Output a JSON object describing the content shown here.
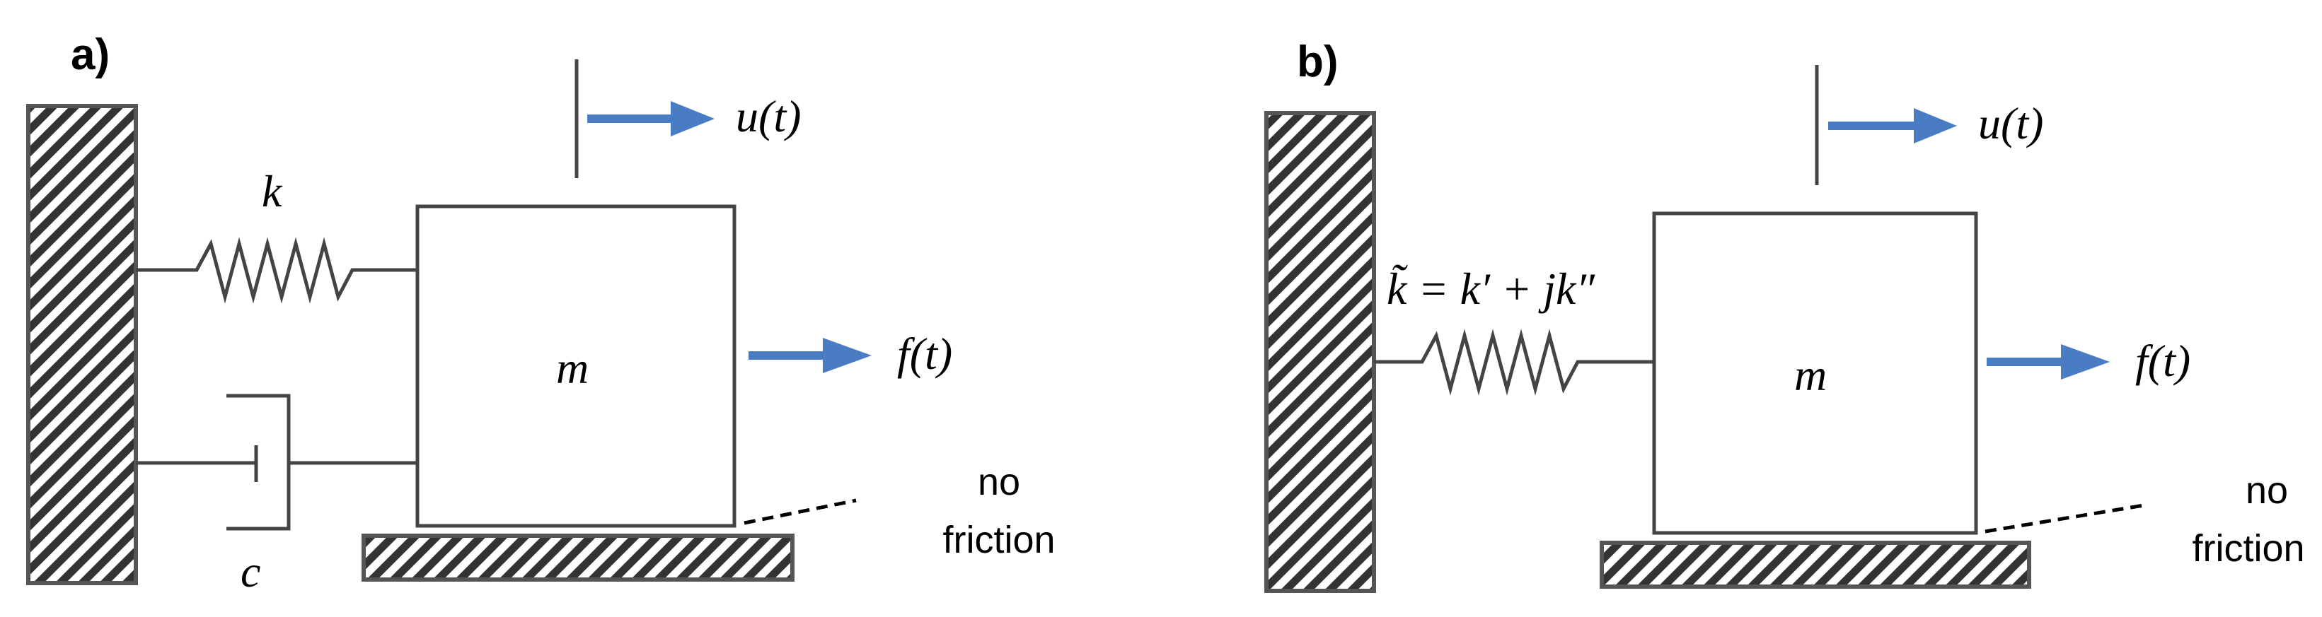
{
  "colors": {
    "arrow": "#4a7cc4",
    "line": "#444444",
    "hatch": "#333333"
  },
  "panel_a": {
    "label": "a)",
    "spring_label": "k",
    "damper_label": "c",
    "mass_label": "m",
    "displacement_label": "u(t)",
    "force_label": "f(t)",
    "note_line1": "no",
    "note_line2": "friction"
  },
  "panel_b": {
    "label": "b)",
    "spring_label": "k̃ = k′ + jk″",
    "mass_label": "m",
    "displacement_label": "u(t)",
    "force_label": "f(t)",
    "note_line1": "no",
    "note_line2": "friction"
  }
}
